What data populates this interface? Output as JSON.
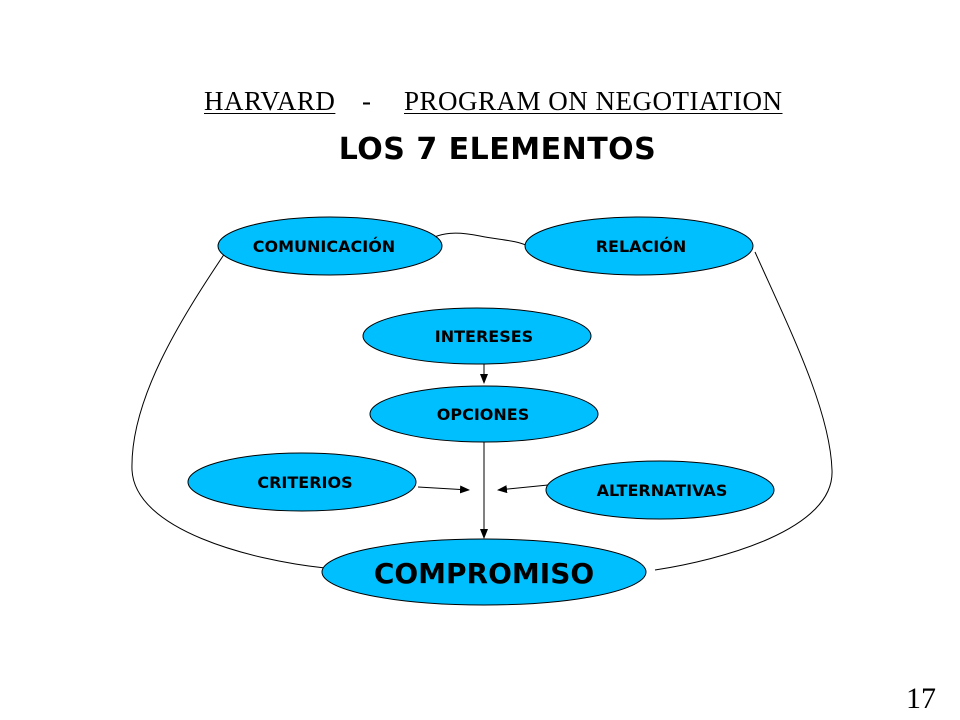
{
  "header": {
    "left": "HARVARD",
    "separator": "-",
    "right": "PROGRAM ON NEGOTIATION"
  },
  "title": "LOS 7 ELEMENTOS",
  "nodes": {
    "comunicacion": "COMUNICACIÓN",
    "relacion": "RELACIÓN",
    "intereses": "INTERESES",
    "opciones": "OPCIONES",
    "criterios": "CRITERIOS",
    "alternativas": "ALTERNATIVAS",
    "compromiso": "COMPROMISO"
  },
  "colors": {
    "node_fill": "#00bfff",
    "node_stroke": "#000000",
    "line": "#000000"
  },
  "page_number": "17"
}
